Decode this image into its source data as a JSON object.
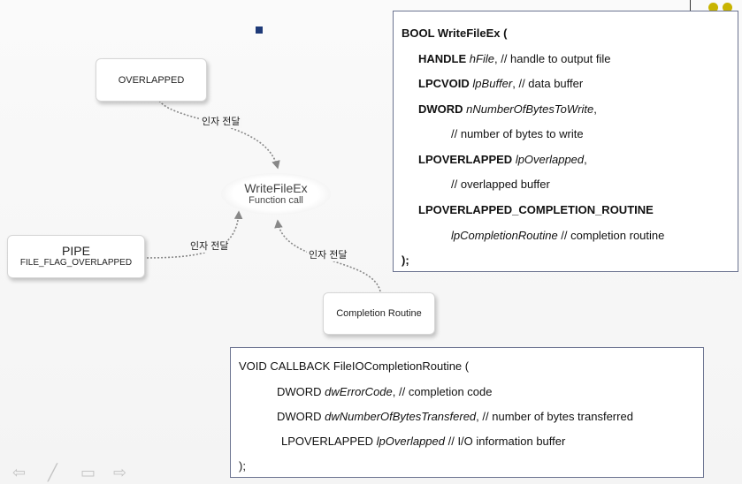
{
  "diagram": {
    "overlapped": "OVERLAPPED",
    "pipe_title": "PIPE",
    "pipe_sub": "FILE_FLAG_OVERLAPPED",
    "completion": "Completion Routine",
    "writefile_title": "WriteFileEx",
    "writefile_sub": "Function call",
    "edge_label_1": "인자 전달",
    "edge_label_2": "인자 전달",
    "edge_label_3": "인자 전달"
  },
  "writefileex": {
    "header": "BOOL WriteFileEx (",
    "l1_type": "HANDLE",
    "l1_param": "hFile",
    "l1_comment": ", // handle to output file",
    "l2_type": "LPCVOID",
    "l2_param": "lpBuffer",
    "l2_comment": ", // data buffer",
    "l3_type": "DWORD",
    "l3_param": "nNumberOfBytesToWrite",
    "l3_comment": ",",
    "l4_comment": "// number of bytes to write",
    "l5_type": "LPOVERLAPPED",
    "l5_param": "lpOverlapped",
    "l5_comment": ",",
    "l6_comment": "// overlapped buffer",
    "l7_type": "LPOVERLAPPED_COMPLETION_ROUTINE",
    "l8_param": "lpCompletionRoutine",
    "l8_comment": " // completion routine",
    "footer": ");"
  },
  "callback": {
    "header": "VOID CALLBACK FileIOCompletionRoutine (",
    "l1_type": "DWORD",
    "l1_param": "dwErrorCode",
    "l1_comment": ", // completion code",
    "l2_type": "DWORD",
    "l2_param": "dwNumberOfBytesTransfered",
    "l2_comment": ", // number of bytes transferred",
    "l3_type": "LPOVERLAPPED",
    "l3_param": "lpOverlapped",
    "l3_comment": " // I/O information buffer",
    "footer": ");"
  },
  "nav": {
    "prev": "⇦",
    "pen": "╱",
    "menu": "▭",
    "next": "⇨"
  },
  "colors": {
    "marker": "#1e3a78",
    "dots": "#c8b400",
    "box_border": "#6b7390"
  }
}
